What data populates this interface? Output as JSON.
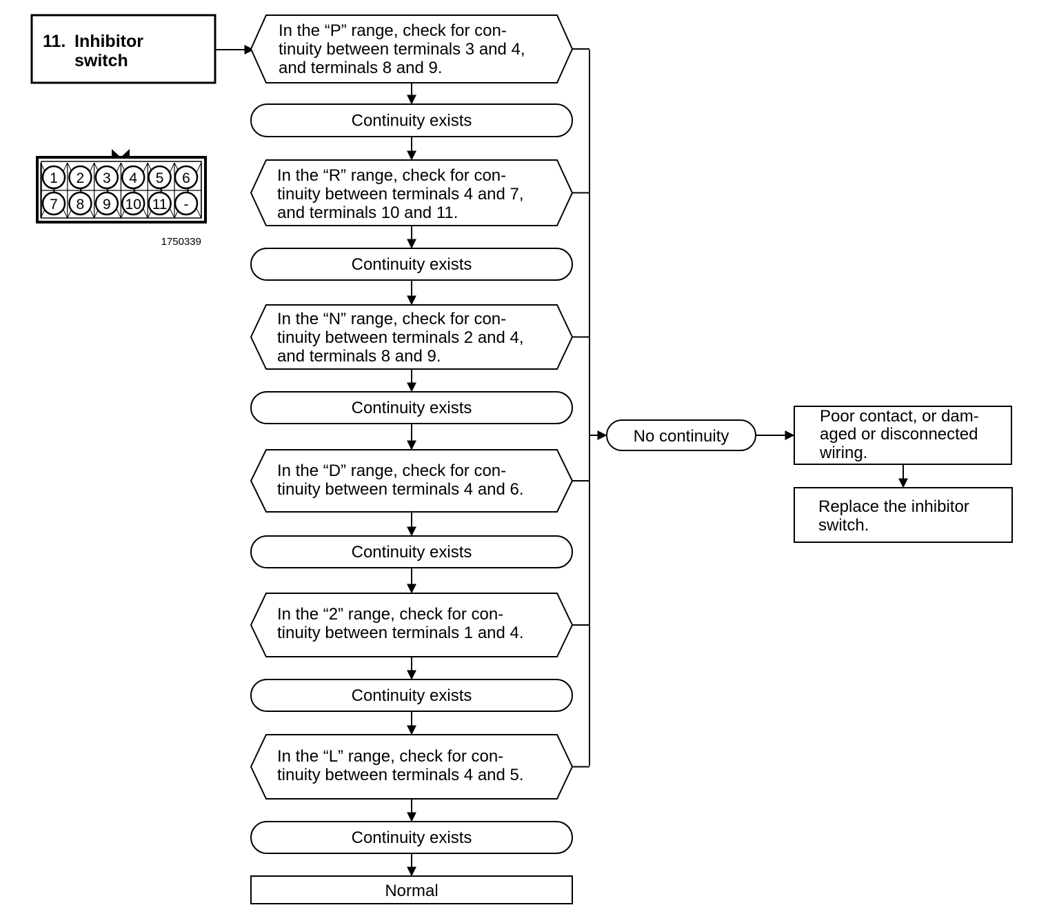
{
  "title": {
    "number": "11.",
    "line1": "Inhibitor",
    "line2": "switch"
  },
  "connector": {
    "top_row": [
      "1",
      "2",
      "3",
      "4",
      "5",
      "6"
    ],
    "bottom_row": [
      "7",
      "8",
      "9",
      "10",
      "11",
      "-"
    ],
    "part_number": "1750339"
  },
  "checks": [
    {
      "lines": [
        "In the “P” range, check for con-",
        "tinuity between terminals 3 and 4,",
        "and terminals 8 and 9."
      ]
    },
    {
      "lines": [
        "In the “R” range, check for con-",
        "tinuity between terminals 4 and 7,",
        "and terminals 10 and 11."
      ]
    },
    {
      "lines": [
        "In the “N” range, check for con-",
        "tinuity between terminals 2 and 4,",
        "and terminals 8 and 9."
      ]
    },
    {
      "lines": [
        "In the “D” range, check for con-",
        "tinuity between terminals 4 and 6."
      ]
    },
    {
      "lines": [
        "In the “2” range, check for con-",
        "tinuity between terminals 1 and 4."
      ]
    },
    {
      "lines": [
        "In the “L” range, check for con-",
        "tinuity between terminals 4 and 5."
      ]
    }
  ],
  "continuity_label": "Continuity exists",
  "normal_label": "Normal",
  "no_continuity_label": "No continuity",
  "cause": {
    "lines": [
      "Poor contact, or dam-",
      "aged or disconnected",
      "wiring."
    ]
  },
  "remedy": {
    "lines": [
      "Replace the inhibitor",
      "switch."
    ]
  }
}
